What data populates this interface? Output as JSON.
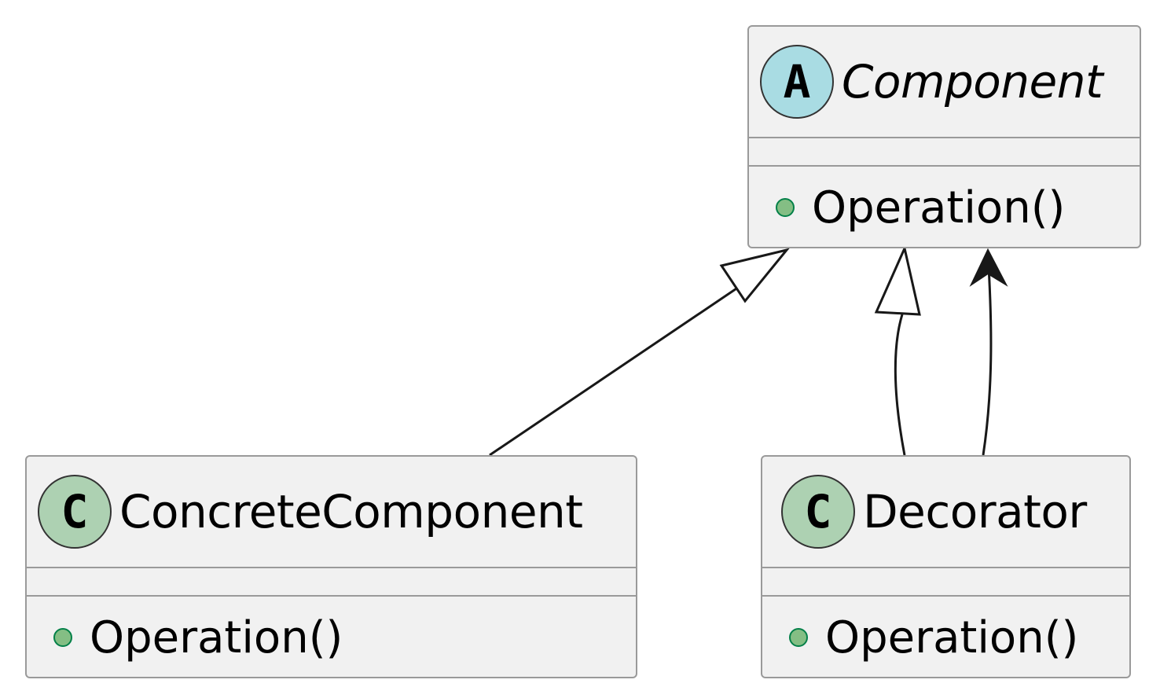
{
  "classes": {
    "component": {
      "stereotype_letter": "A",
      "name": "Component",
      "methods": [
        {
          "visibility": "public",
          "text": "Operation()"
        }
      ]
    },
    "concrete_component": {
      "stereotype_letter": "C",
      "name": "ConcreteComponent",
      "methods": [
        {
          "visibility": "public",
          "text": "Operation()"
        }
      ]
    },
    "decorator": {
      "stereotype_letter": "C",
      "name": "Decorator",
      "methods": [
        {
          "visibility": "public",
          "text": "Operation()"
        }
      ]
    }
  },
  "relations": [
    {
      "from": "concrete_component",
      "to": "component",
      "kind": "generalization"
    },
    {
      "from": "decorator",
      "to": "component",
      "kind": "generalization"
    },
    {
      "from": "decorator",
      "to": "component",
      "kind": "association"
    }
  ],
  "colors": {
    "box_fill": "#f1f1f1",
    "box_border": "#9a9a9a",
    "abstract_badge": "#a9dce3",
    "class_badge": "#add1b2",
    "public_marker": "#84be84",
    "edge": "#181818"
  }
}
